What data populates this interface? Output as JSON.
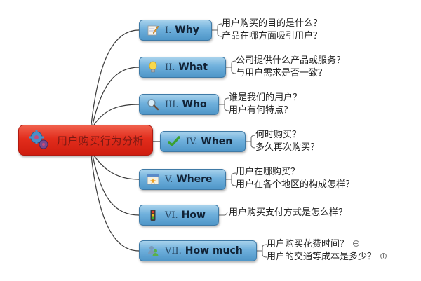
{
  "central": {
    "label": "用户购买行为分析",
    "icon": "gears-icon",
    "color": "#e22d1c"
  },
  "topics": [
    {
      "numeral": "I.",
      "word": "Why",
      "icon": "notepad-pencil-icon",
      "subtopics": [
        "用户购买的目的是什么？",
        "产品在哪方面吸引用户？"
      ]
    },
    {
      "numeral": "II.",
      "word": "What",
      "icon": "lightbulb-icon",
      "subtopics": [
        "公司提供什么产品或服务？",
        "与用户需求是否一致？"
      ]
    },
    {
      "numeral": "III.",
      "word": "Who",
      "icon": "magnifier-icon",
      "subtopics": [
        "谁是我们的用户？",
        "用户有何特点？"
      ]
    },
    {
      "numeral": "IV.",
      "word": "When",
      "icon": "checkmark-icon",
      "subtopics": [
        "何时购买？",
        "多久再次购买？"
      ]
    },
    {
      "numeral": "V.",
      "word": "Where",
      "icon": "star-window-icon",
      "subtopics": [
        "用户在哪购买？",
        "用户在各个地区的构成怎样？"
      ]
    },
    {
      "numeral": "VI.",
      "word": "How",
      "icon": "traffic-light-icon",
      "subtopics": [
        "用户购买支付方式是怎么样？"
      ]
    },
    {
      "numeral": "VII.",
      "word": "How much",
      "icon": "people-group-icon",
      "subtopics": [
        "用户购买花费时间？",
        "用户的交通等成本是多少？"
      ],
      "expandable": true
    }
  ],
  "colors": {
    "topic_fill": "#6fb0dc",
    "topic_border": "#3f7aa6",
    "central_fill": "#e22d1c",
    "connector": "#444444"
  }
}
